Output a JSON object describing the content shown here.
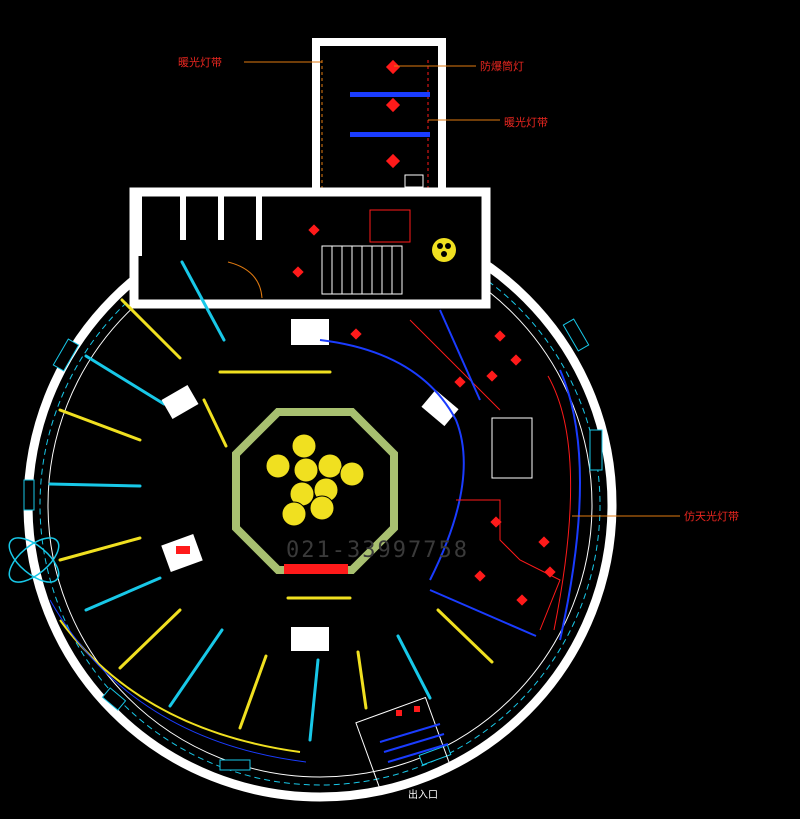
{
  "labels": {
    "wall_light_strip_top": "暖光灯带",
    "explosion_proof_light": "防爆筒灯",
    "wall_light_strip_right": "暖光灯带",
    "skylight_strip": "仿天光灯带",
    "exit": "出入口"
  },
  "watermark": "021-33997758",
  "colors": {
    "background": "#000000",
    "wall": "#ffffff",
    "callout_text": "#e8261f",
    "leader_line": "#e07a10",
    "fixture_red": "#ff1a1a",
    "fixture_yellow": "#f0e020",
    "fixture_cyan": "#18c8e8",
    "blue_line": "#1a3cff",
    "octagon": "#a8c070"
  }
}
